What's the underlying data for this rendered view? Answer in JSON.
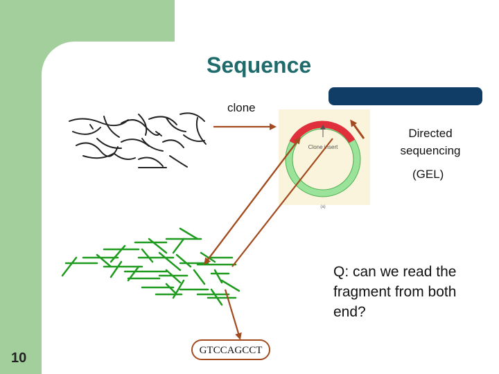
{
  "slide": {
    "title": "Sequence",
    "clone_label": "clone",
    "directed_label": "Directed sequencing",
    "gel_label": "(GEL)",
    "question": "Q: can we read the fragment from both end?",
    "sequence_fragment": "GTCCAGCCT",
    "clone_insert_label": "Clone insert",
    "slide_number": "10"
  },
  "colors": {
    "background_green": "#a3cf9d",
    "title": "#1f6b6b",
    "navy_bar": "#0f3d66",
    "arrow": "#a34a1f",
    "fragments_green": "#1e9a1e",
    "plasmid_green": "#9be29b",
    "plasmid_red": "#e0303c"
  }
}
